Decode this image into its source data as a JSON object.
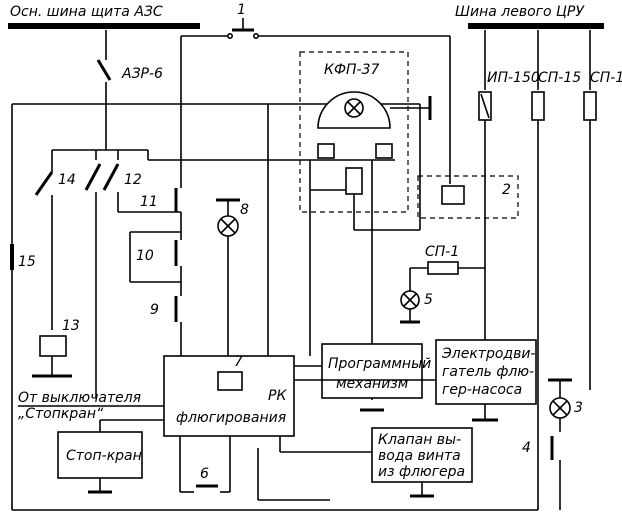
{
  "bus_left": "Осн. шина щита АЗС",
  "bus_right": "Шина левого ЦРУ",
  "azr": "АЗР-6",
  "kfp": "КФП-37",
  "ip": "ИП-150",
  "sp15": "СП-15",
  "sp1_top": "СП-1",
  "sp1_mid": "СП-1",
  "program": [
    "Программный",
    "механизм"
  ],
  "motor": [
    "Электродви-",
    "гатель флю-",
    "гер-насоса"
  ],
  "valve": [
    "Клапан вы-",
    "вода винта",
    "из флюгера"
  ],
  "rk": [
    "РК",
    "флюгирования"
  ],
  "switch_src": [
    "От выключателя",
    "„Стопкран“"
  ],
  "stopkran": "Стоп-кран",
  "nums": {
    "n1": "1",
    "n2": "2",
    "n3": "3",
    "n4": "4",
    "n5": "5",
    "n6": "6",
    "n7": "7",
    "n8": "8",
    "n9": "9",
    "n10": "10",
    "n11": "11",
    "n12": "12",
    "n13": "13",
    "n14": "14",
    "n15": "15"
  }
}
